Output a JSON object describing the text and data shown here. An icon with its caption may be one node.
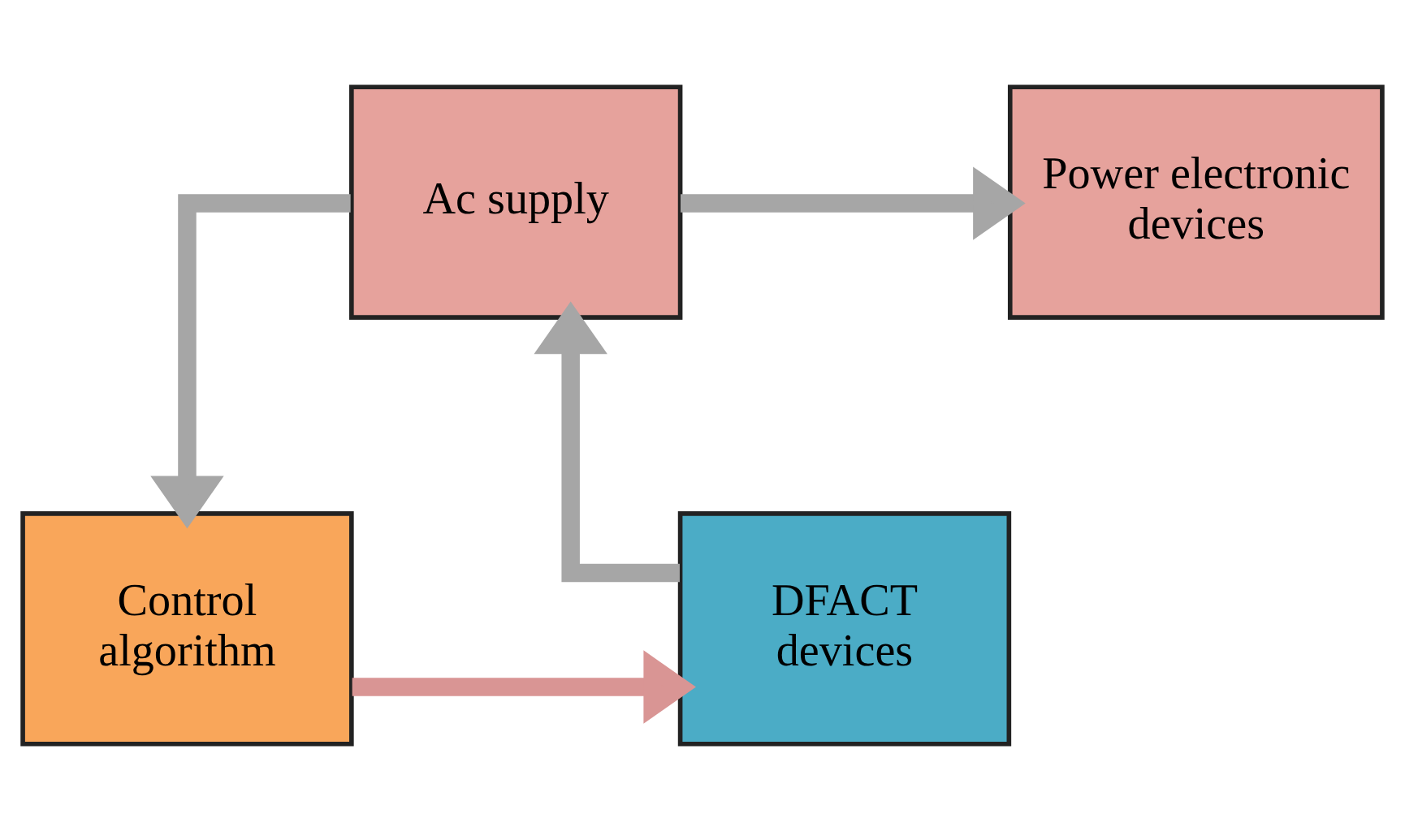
{
  "diagram": {
    "nodes": [
      {
        "text": [
          "Ac supply"
        ]
      },
      {
        "text": [
          "Power electronic devices"
        ]
      },
      {
        "text": [
          "Control algorithm"
        ]
      },
      {
        "text": [
          "DFACT devices"
        ]
      }
    ],
    "edges": [
      {
        "from": 0,
        "to": 1,
        "arrow": "to"
      },
      {
        "from": 0,
        "to": 2,
        "arrow": "to"
      },
      {
        "from": 2,
        "to": 3,
        "arrow": "to",
        "color": "#d99594"
      },
      {
        "from": 3,
        "to": 0,
        "arrow": "to"
      }
    ]
  }
}
